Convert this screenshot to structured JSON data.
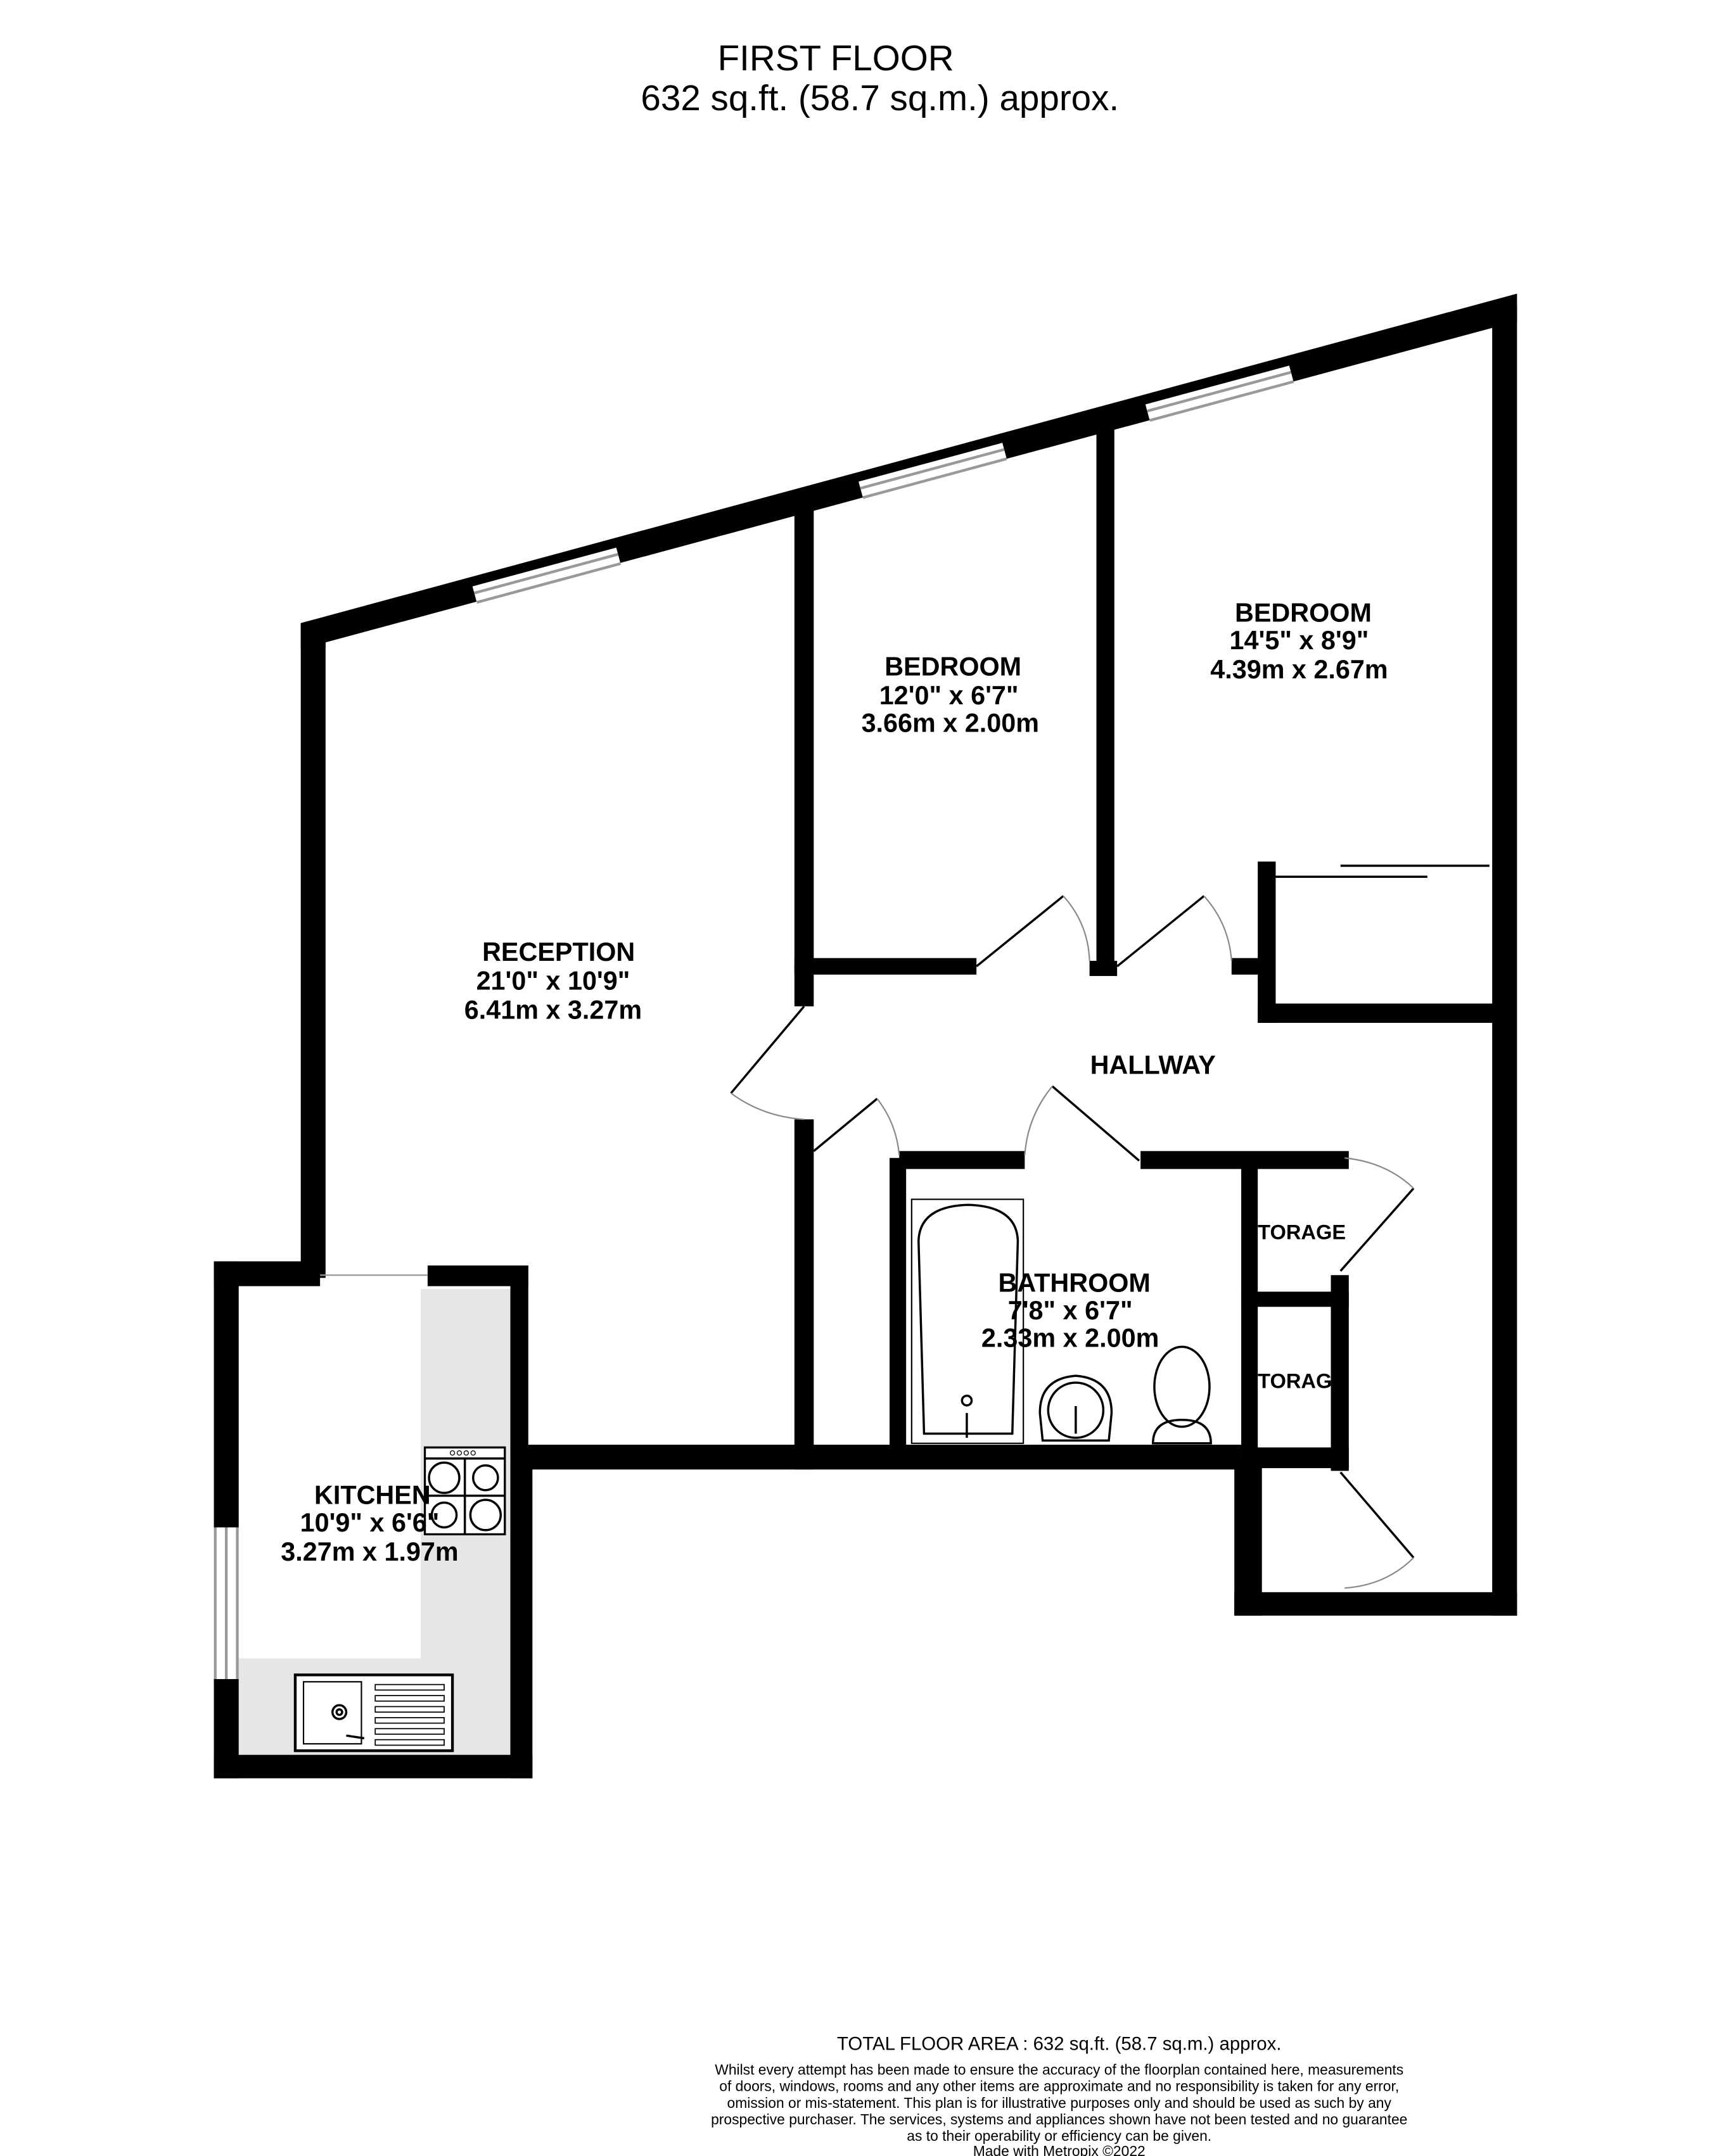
{
  "header": {
    "floor": "FIRST FLOOR",
    "area": "632 sq.ft. (58.7 sq.m.) approx."
  },
  "rooms": {
    "reception": {
      "name": "RECEPTION",
      "imperial": "21'0\"  x 10'9\"",
      "metric": "6.41m  x 3.27m"
    },
    "bedroom1": {
      "name": "BEDROOM",
      "imperial": "12'0\"  x 6'7\"",
      "metric": "3.66m  x 2.00m"
    },
    "bedroom2": {
      "name": "BEDROOM",
      "imperial": "14'5\"  x 8'9\"",
      "metric": "4.39m  x 2.67m"
    },
    "hallway": {
      "name": "HALLWAY"
    },
    "bathroom": {
      "name": "BATHROOM",
      "imperial": "7'8\"  x 6'7\"",
      "metric": "2.33m  x 2.00m"
    },
    "storage1": {
      "name": "TORAGE"
    },
    "storage2": {
      "name": "TORAG"
    },
    "kitchen": {
      "name": "KITCHEN",
      "imperial": "10'9\"  x 6'6\"",
      "metric": "3.27m  x 1.97m"
    }
  },
  "footer": {
    "total": "TOTAL FLOOR AREA : 632 sq.ft. (58.7 sq.m.) approx.",
    "disclaimer": [
      "Whilst every attempt has been made to ensure the accuracy of the floorplan contained here, measurements",
      "of doors, windows, rooms and any other items are approximate and no responsibility is taken for any error,",
      "omission or mis-statement. This plan is for illustrative purposes only and should be used as such by any",
      "prospective purchaser. The services, systems and appliances shown have not been tested and no guarantee",
      "as to their operability or efficiency can be given."
    ],
    "credit": "Made with Metropix ©2022"
  },
  "colors": {
    "wall": "#000000",
    "counter": "#e6e6e6",
    "window": "#999999"
  }
}
